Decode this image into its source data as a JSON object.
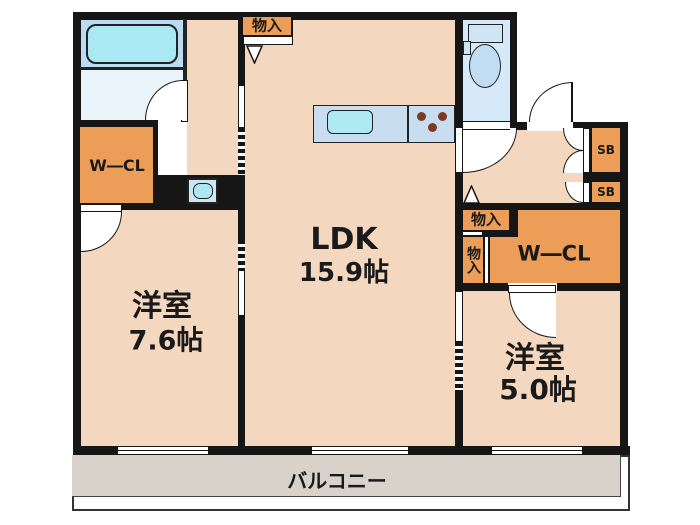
{
  "plan_title": "apartment-floor-plan",
  "rooms": {
    "ldk": {
      "name": "LDK",
      "size": "15.9帖"
    },
    "bedroom_left": {
      "name": "洋室",
      "size": "7.6帖"
    },
    "bedroom_right": {
      "name": "洋室",
      "size": "5.0帖"
    },
    "wcl_left": {
      "label": "W―CL"
    },
    "wcl_right": {
      "label": "W―CL"
    },
    "storage_top": {
      "label": "物入"
    },
    "storage_right_1": {
      "label": "物入"
    },
    "storage_right_2": {
      "label": "物入"
    },
    "shoebox_1": {
      "label": "SB"
    },
    "shoebox_2": {
      "label": "SB"
    },
    "balcony": {
      "label": "バルコニー"
    }
  },
  "colors": {
    "floor_beige": "#f4d7bf",
    "closet_orange": "#ec9d58",
    "wall_black": "#161616",
    "bath_blue": "#b9dcf2",
    "washroom_blue": "#e9f4fb",
    "toilet_blue": "#d6e9f8",
    "tub_cyan": "#a9e9f3",
    "counter_blue": "#c9ddf1",
    "balcony_gray": "#d9d2ca"
  }
}
